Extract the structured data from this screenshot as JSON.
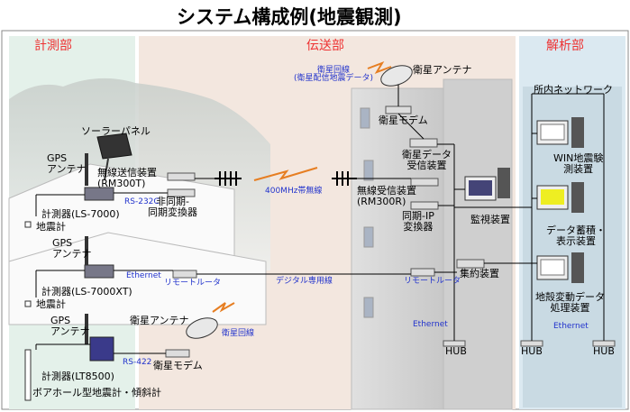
{
  "title": "システム構成例(地震観測)",
  "sections": {
    "measurement": "計測部",
    "transmission": "伝送部",
    "analysis": "解析部"
  },
  "labels": {
    "solar_panel": "ソーラーパネル",
    "gps_antenna_1": "GPS\nアンテナ",
    "radio_tx": "無線送信装置\n(RM300T)",
    "async_sync": "非同期-\n同期変換器",
    "rs232c": "RS-232C",
    "meter_1": "計測器(LS-7000)",
    "seismometer_1": "地震計",
    "band_400": "400MHz帯無線",
    "radio_rx": "無線受信装置\n(RM300R)",
    "sync_ip": "同期-IP\n変換器",
    "sat_line_top": "衛星回線\n(衛星配信地震データ)",
    "sat_antenna_top": "衛星アンテナ",
    "sat_modem_top": "衛星モデム",
    "sat_data_rx": "衛星データ\n受信装置",
    "monitor": "監視装置",
    "gps_antenna_2": "GPS\nアンテナ",
    "ethernet_left": "Ethernet",
    "remote_router_left": "リモートルータ",
    "digital_line": "デジタル専用線",
    "remote_router_right": "リモートルータ",
    "aggregator": "集約装置",
    "meter_2": "計測器(LS-7000XT)",
    "seismometer_2": "地震計",
    "gps_antenna_3": "GPS\nアンテナ",
    "sat_antenna_bottom": "衛星アンテナ",
    "sat_line_bottom": "衛星回線",
    "rs422": "RS-422",
    "sat_modem_bottom": "衛星モデム",
    "meter_3": "計測器(LT8500)",
    "borehole": "ボアホール型地震計・傾斜計",
    "ethernet_mid": "Ethernet",
    "hub_1": "HUB",
    "lan": "所内ネットワーク",
    "win_system": "WIN地震験\n測装置",
    "data_store": "データ蓄積・\n表示装置",
    "crust_data": "地殻変動データ\n処理装置",
    "ethernet_right": "Ethernet",
    "hub_2": "HUB",
    "hub_3": "HUB"
  }
}
